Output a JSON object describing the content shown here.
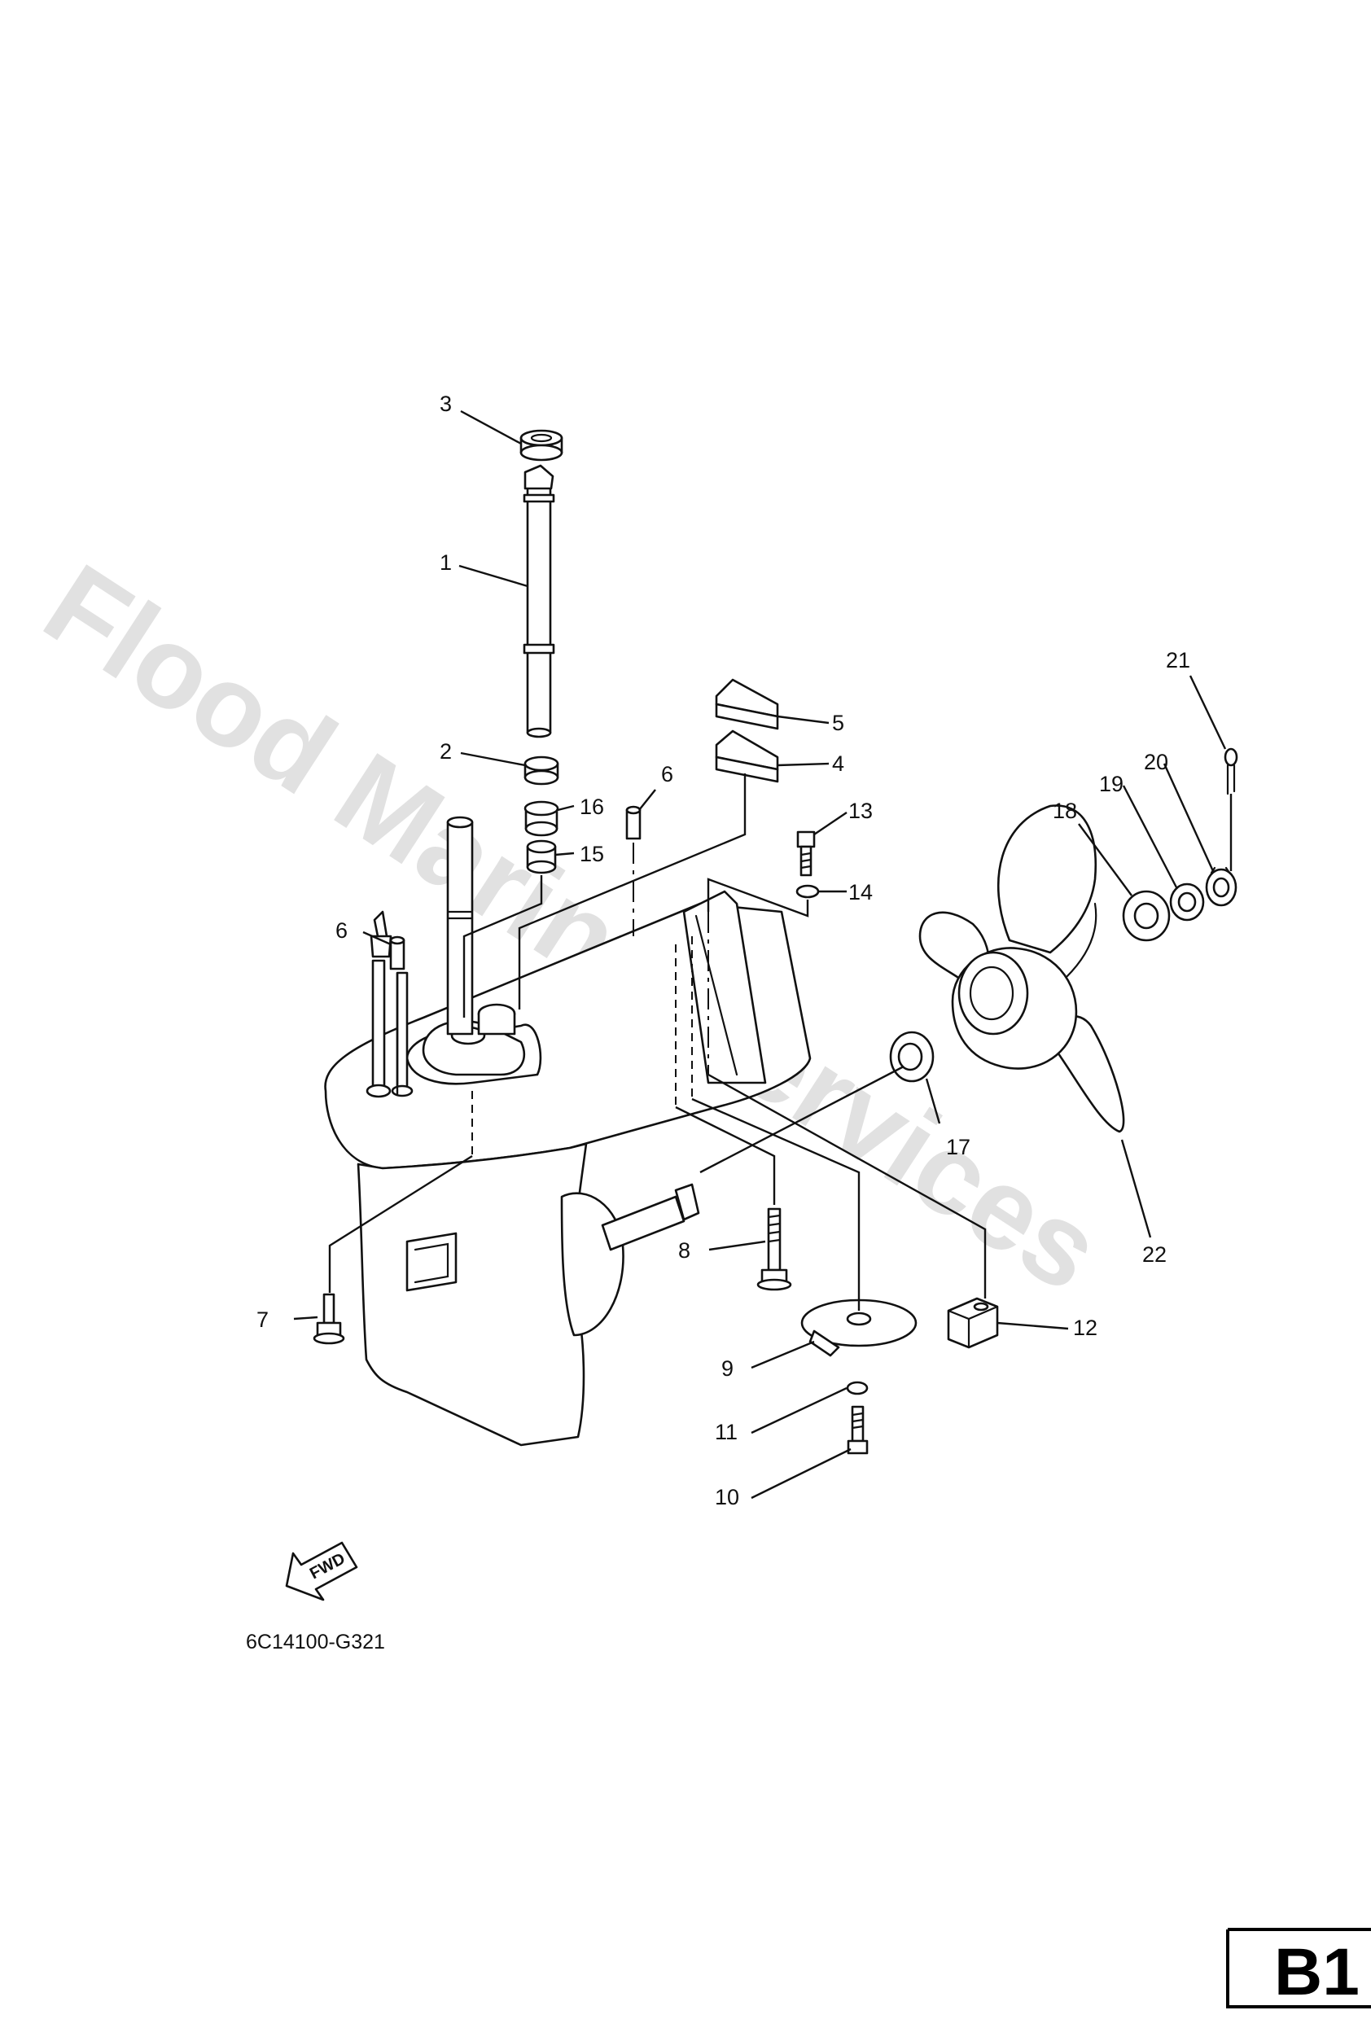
{
  "watermark": "Flood Marine Services",
  "drawing_code": "6C14100-G321",
  "page_tag": "B1",
  "fwd_label": "FWD",
  "callouts": {
    "c1": "1",
    "c2": "2",
    "c3": "3",
    "c4": "4",
    "c5": "5",
    "c6a": "6",
    "c6b": "6",
    "c7": "7",
    "c8": "8",
    "c9": "9",
    "c10": "10",
    "c11": "11",
    "c12": "12",
    "c13": "13",
    "c14": "14",
    "c15": "15",
    "c16": "16",
    "c17": "17",
    "c18": "18",
    "c19": "19",
    "c20": "20",
    "c21": "21",
    "c22": "22"
  }
}
